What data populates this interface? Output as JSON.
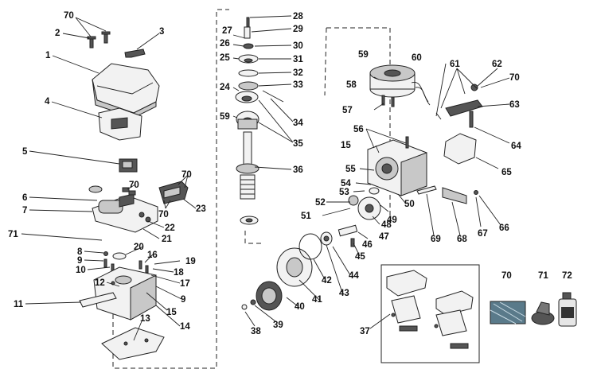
{
  "labels": {
    "l1": "1",
    "l2": "2",
    "l3": "3",
    "l4": "4",
    "l5": "5",
    "l6": "6",
    "l7": "7",
    "l8": "8",
    "l9a": "9",
    "l9b": "9",
    "l10": "10",
    "l11": "11",
    "l12": "12",
    "l13": "13",
    "l14": "14",
    "l15a": "15",
    "l15b": "15",
    "l16": "16",
    "l17": "17",
    "l18": "18",
    "l19": "19",
    "l20": "20",
    "l21": "21",
    "l22": "22",
    "l23": "23",
    "l24": "24",
    "l25": "25",
    "l26": "26",
    "l27": "27",
    "l28": "28",
    "l29": "29",
    "l30": "30",
    "l31": "31",
    "l32": "32",
    "l33": "33",
    "l34": "34",
    "l35": "35",
    "l36": "36",
    "l37": "37",
    "l38": "38",
    "l39": "39",
    "l40": "40",
    "l41": "41",
    "l42": "42",
    "l43": "43",
    "l44": "44",
    "l45": "45",
    "l46": "46",
    "l47": "47",
    "l48": "48",
    "l49": "49",
    "l50": "50",
    "l51": "51",
    "l52": "52",
    "l53": "53",
    "l54": "54",
    "l55": "55",
    "l56": "56",
    "l57": "57",
    "l58": "58",
    "l59a": "59",
    "l59b": "59",
    "l60": "60",
    "l61": "61",
    "l62": "62",
    "l63": "63",
    "l64": "64",
    "l65": "65",
    "l66": "66",
    "l67": "67",
    "l68": "68",
    "l69": "69",
    "l70a": "70",
    "l70b": "70",
    "l70c": "70",
    "l70d": "70",
    "l70e": "70",
    "l70f": "70",
    "l71a": "71",
    "l71b": "71",
    "l72": "72"
  }
}
